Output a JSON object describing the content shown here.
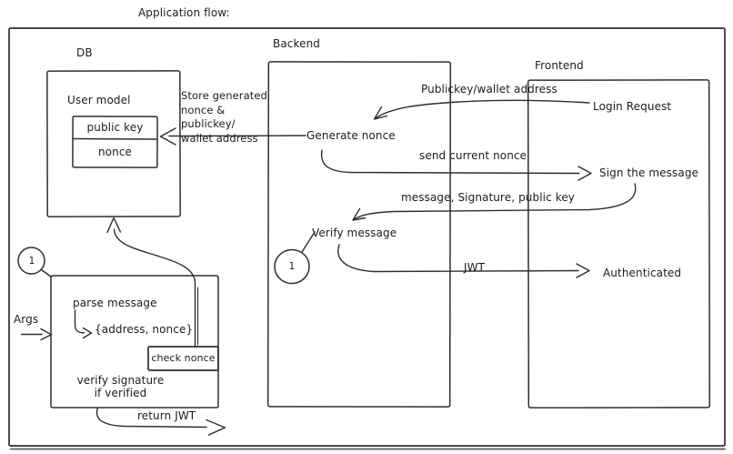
{
  "page": {
    "title": "Application flow:"
  },
  "lanes": {
    "db": {
      "label": "DB",
      "user_model_label": "User model",
      "fields": {
        "public_key": "public key",
        "nonce": "nonce"
      }
    },
    "backend": {
      "label": "Backend"
    },
    "frontend": {
      "label": "Frontend"
    }
  },
  "nodes": {
    "generate_nonce": "Generate nonce",
    "verify_message": "Verify message",
    "login_request": "Login Request",
    "sign_the_message": "Sign the message",
    "authenticated": "Authenticated",
    "parse_message": "parse message",
    "address_nonce": "{address, nonce}",
    "check_nonce": "check nonce",
    "verify_signature": "verify signature\nif verified"
  },
  "edges": {
    "store_note": "Store generated\nnonce & publickey/\nwallet address",
    "publickey_wallet": "Publickey/wallet address",
    "send_current_nonce": "send current nonce",
    "message_signature_public_key": "message, Signature, public key",
    "jwt": "JWT",
    "return_jwt": "return JWT",
    "args": "Args"
  },
  "markers": {
    "ref_backend": "1",
    "ref_process": "1"
  },
  "colors": {
    "ink": "#1c1c1c",
    "stroke": "#2e2e2e",
    "background": "#ffffff"
  }
}
